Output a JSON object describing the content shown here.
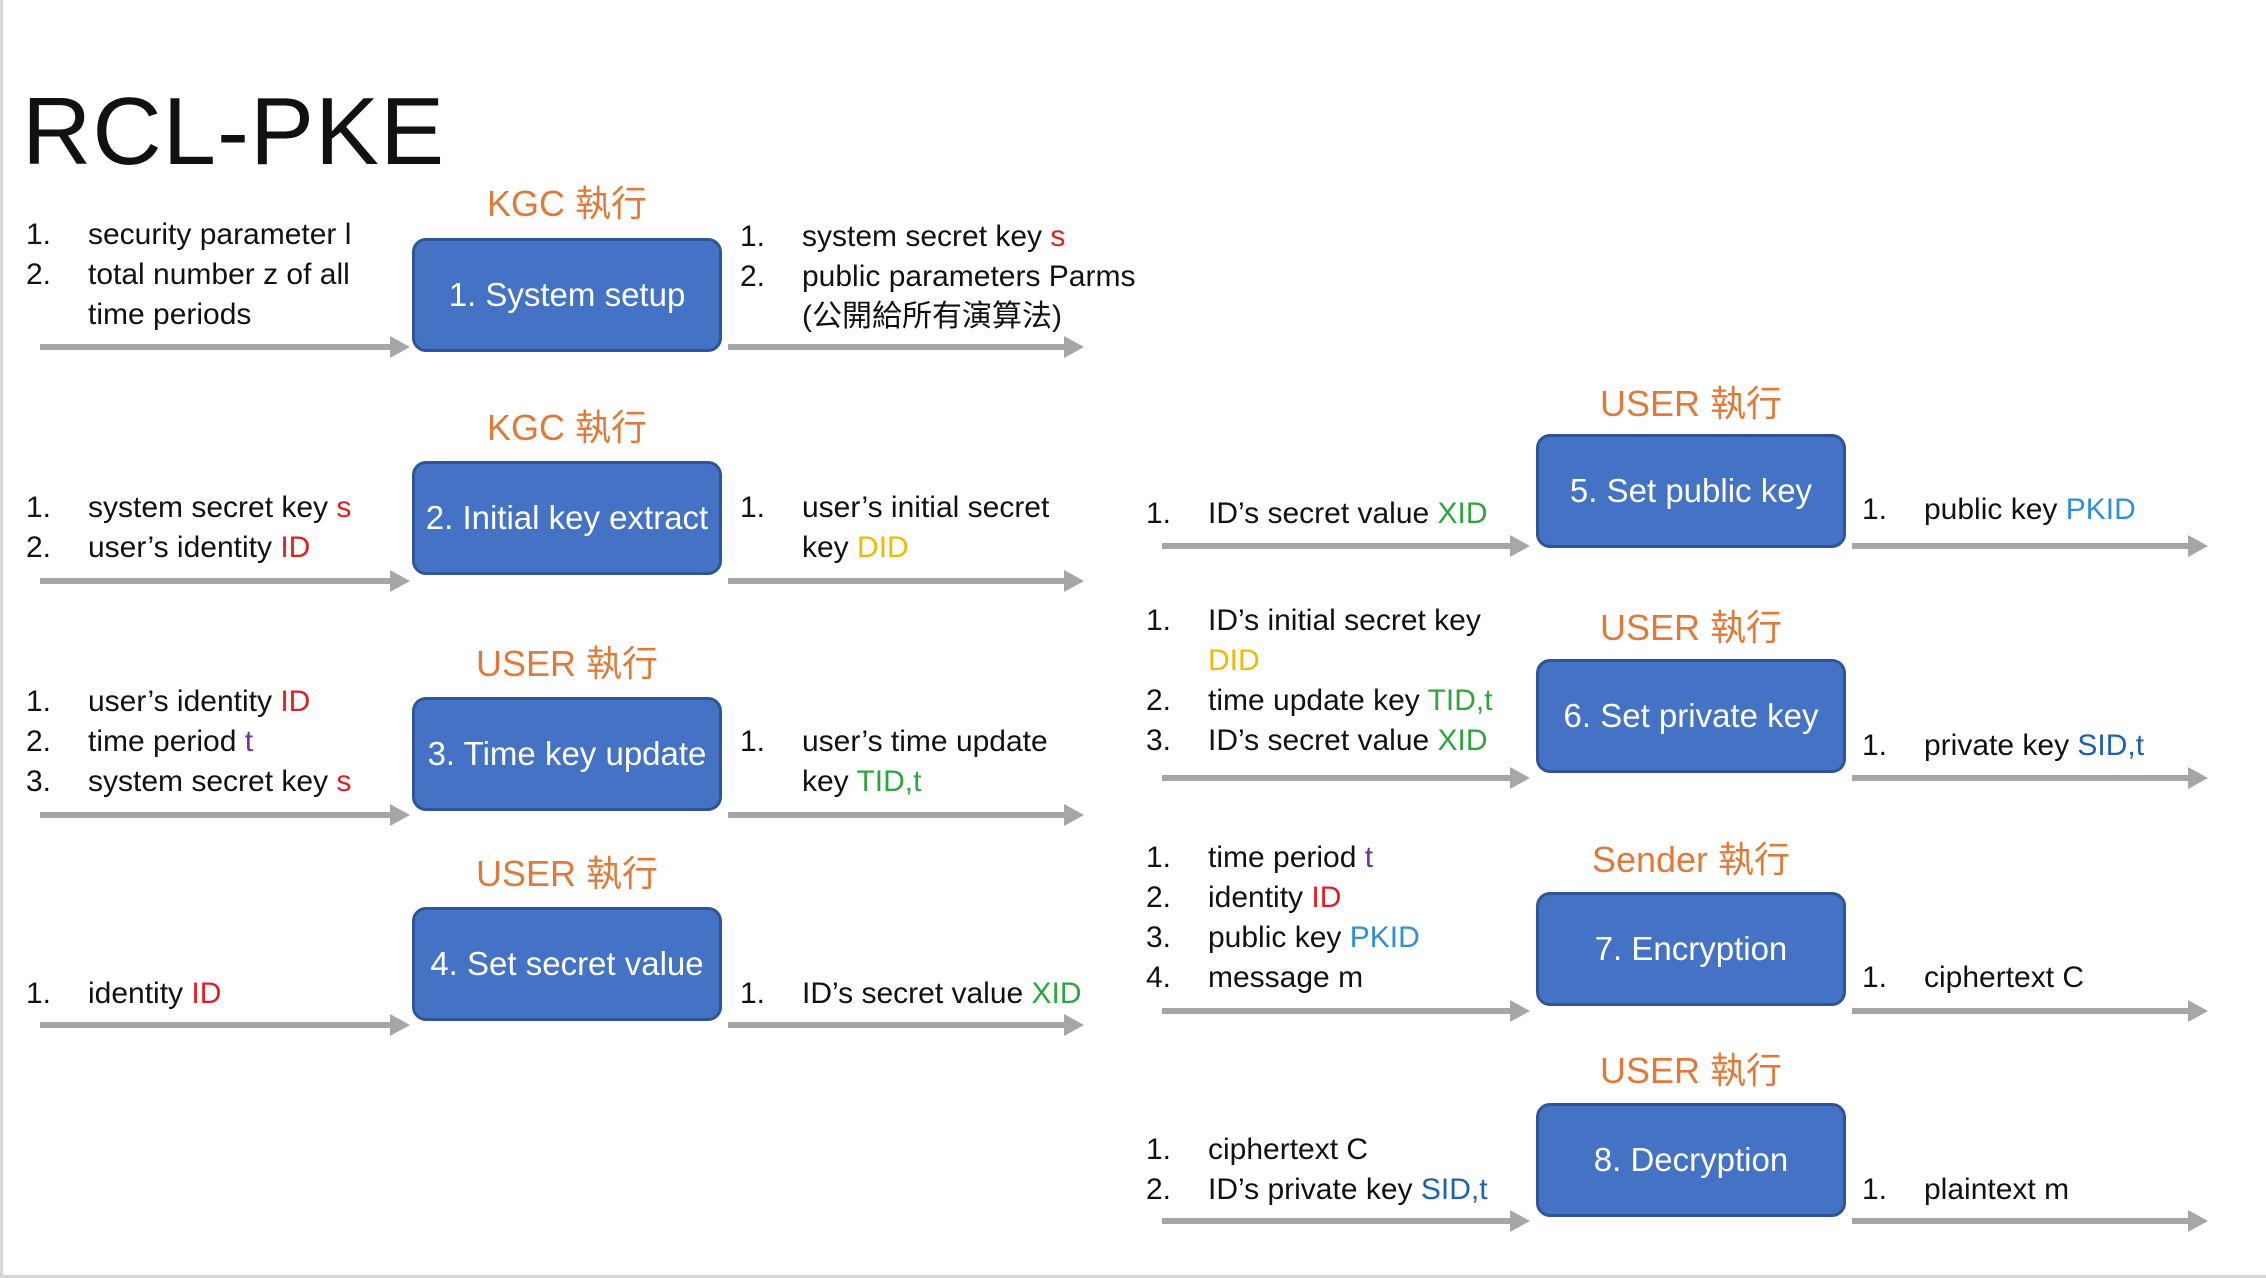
{
  "title": "RCL-PKE",
  "colors": {
    "box_fill": "#4472c4",
    "box_border": "#2f5597",
    "actor_label": "#e07a3a",
    "arrow": "#a6a6a6",
    "s": "#e02020",
    "ID": "#e02020",
    "t": "#7030a0",
    "DID": "#f5b800",
    "TID": "#2ea53c",
    "XID": "#2ea53c",
    "PKID": "#2f8fd8",
    "SID": "#1f5fb4"
  },
  "steps": [
    {
      "actor": "KGC 執行",
      "box": "1. System setup",
      "inputs": [
        {
          "num": "1.",
          "text": "security parameter l",
          "hl": ""
        },
        {
          "num": "2.",
          "text": "total number z of all",
          "hl": ""
        },
        {
          "num": "",
          "text": "time periods",
          "hl": ""
        }
      ],
      "outputs": [
        {
          "num": "1.",
          "text": "system secret key ",
          "hl": "s"
        },
        {
          "num": "2.",
          "text": "public parameters Parms",
          "hl": ""
        },
        {
          "num": "",
          "text": "(公開給所有演算法)",
          "hl": ""
        }
      ]
    },
    {
      "actor": "KGC 執行",
      "box": "2. Initial key extract",
      "inputs": [
        {
          "num": "1.",
          "text": "system secret key ",
          "hl": "s"
        },
        {
          "num": "2.",
          "text": "user’s identity ",
          "hl": "ID"
        }
      ],
      "outputs": [
        {
          "num": "1.",
          "text": "user’s initial secret",
          "hl": ""
        },
        {
          "num": "",
          "text": "key ",
          "hl": "DID"
        }
      ]
    },
    {
      "actor": "USER 執行",
      "box": "3. Time key update",
      "inputs": [
        {
          "num": "1.",
          "text": "user’s identity ",
          "hl": "ID"
        },
        {
          "num": "2.",
          "text": "time period ",
          "hl": "t"
        },
        {
          "num": "3.",
          "text": "system secret key ",
          "hl": "s"
        }
      ],
      "outputs": [
        {
          "num": "1.",
          "text": "user’s time update",
          "hl": ""
        },
        {
          "num": "",
          "text": "key ",
          "hl": "TID,t"
        }
      ]
    },
    {
      "actor": "USER 執行",
      "box": "4. Set secret value",
      "inputs": [
        {
          "num": "1.",
          "text": "identity ",
          "hl": "ID"
        }
      ],
      "outputs": [
        {
          "num": "1.",
          "text": "ID’s secret value ",
          "hl": "XID"
        }
      ]
    },
    {
      "actor": "USER 執行",
      "box": "5. Set public key",
      "inputs": [
        {
          "num": "1.",
          "text": "ID’s secret value ",
          "hl": "XID"
        }
      ],
      "outputs": [
        {
          "num": "1.",
          "text": "public key ",
          "hl": "PKID"
        }
      ]
    },
    {
      "actor": "USER 執行",
      "box": "6. Set private key",
      "inputs": [
        {
          "num": "1.",
          "text": "ID’s initial secret key",
          "hl": ""
        },
        {
          "num": "",
          "text": "",
          "hl": "DID"
        },
        {
          "num": "2.",
          "text": "time update key ",
          "hl": "TID,t"
        },
        {
          "num": "3.",
          "text": "ID’s secret value ",
          "hl": "XID"
        }
      ],
      "outputs": [
        {
          "num": "1.",
          "text": "private key ",
          "hl": "SID,t"
        }
      ]
    },
    {
      "actor": "Sender 執行",
      "box": "7. Encryption",
      "inputs": [
        {
          "num": "1.",
          "text": "time period ",
          "hl": "t"
        },
        {
          "num": "2.",
          "text": "identity ",
          "hl": "ID"
        },
        {
          "num": "3.",
          "text": "public key ",
          "hl": "PKID"
        },
        {
          "num": "4.",
          "text": "message m",
          "hl": ""
        }
      ],
      "outputs": [
        {
          "num": "1.",
          "text": "ciphertext C",
          "hl": ""
        }
      ]
    },
    {
      "actor": "USER 執行",
      "box": "8. Decryption",
      "inputs": [
        {
          "num": "1.",
          "text": "ciphertext C",
          "hl": ""
        },
        {
          "num": "2.",
          "text": "ID’s private key ",
          "hl": "SID,t"
        }
      ],
      "outputs": [
        {
          "num": "1.",
          "text": "plaintext m",
          "hl": ""
        }
      ]
    }
  ]
}
